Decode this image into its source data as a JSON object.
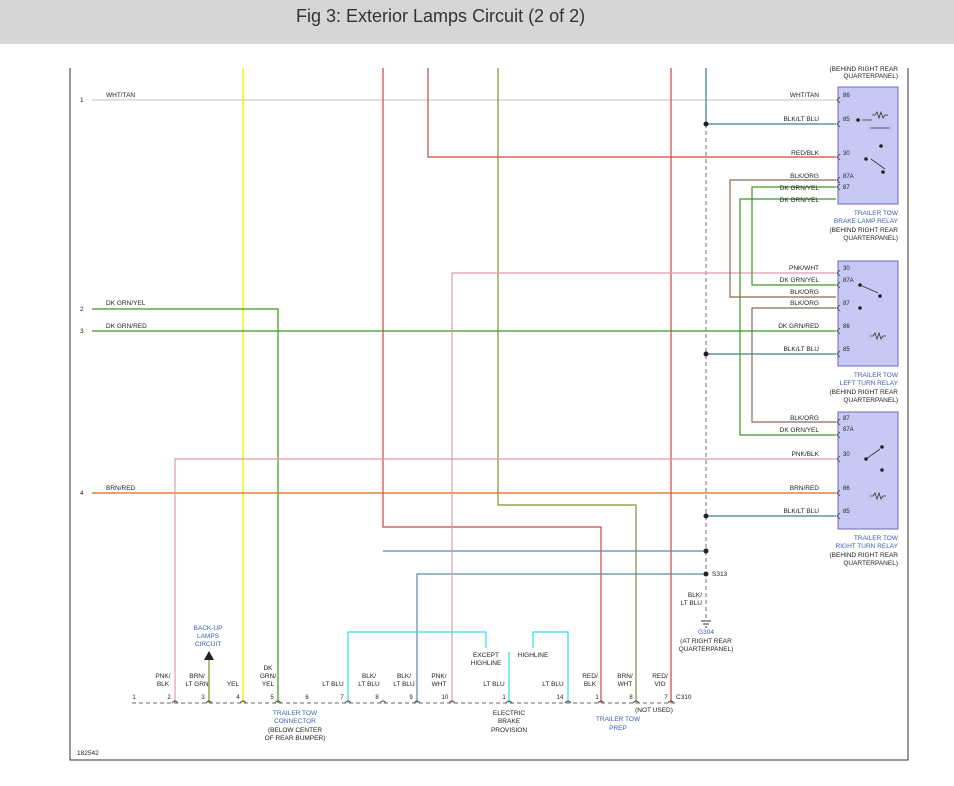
{
  "header": {
    "title": "Fig 3: Exterior Lamps Circuit (2 of 2)"
  },
  "diagram_id": "182542",
  "left_pins": [
    "1",
    "2",
    "3",
    "4"
  ],
  "left_wires": [
    "WHT/TAN",
    "DK GRN/YEL",
    "DK GRN/RED",
    "BRN/RED"
  ],
  "relays": {
    "brake": {
      "top_note": "(BEHIND RIGHT REAR",
      "top_note2": "QUARTERPANEL)",
      "pins": [
        "86",
        "85",
        "30",
        "87A",
        "87"
      ],
      "wires": [
        "WHT/TAN",
        "BLK/LT BLU",
        "RED/BLK",
        "BLK/ORG",
        "DK GRN/YEL",
        "DK GRN/YEL"
      ],
      "label": [
        "TRAILER TOW",
        "BRAKE LAMP RELAY"
      ],
      "loc": [
        "(BEHIND RIGHT REAR",
        "QUARTERPANEL)"
      ]
    },
    "left": {
      "pins": [
        "30",
        "87A",
        "87",
        "86",
        "85"
      ],
      "wires": [
        "PNK/WHT",
        "DK GRN/YEL",
        "BLK/ORG",
        "BLK/ORG",
        "DK GRN/RED",
        "BLK/LT BLU"
      ],
      "label": [
        "TRAILER TOW",
        "LEFT TURN RELAY"
      ],
      "loc": [
        "(BEHIND RIGHT REAR",
        "QUARTERPANEL)"
      ]
    },
    "right": {
      "pins": [
        "87",
        "87A",
        "30",
        "86",
        "85"
      ],
      "wires": [
        "BLK/ORG",
        "DK GRN/YEL",
        "PNK/BLK",
        "BRN/RED",
        "BLK/LT BLU"
      ],
      "label": [
        "TRAILER TOW",
        "RIGHT TURN RELAY"
      ],
      "loc": [
        "(BEHIND RIGHT REAR",
        "QUARTERPANEL)"
      ]
    }
  },
  "splice": "S313",
  "ground": {
    "wire": [
      "BLK/",
      "LT BLU"
    ],
    "id": "G304",
    "loc": [
      "(AT RIGHT REAR",
      "QUARTERPANEL)"
    ]
  },
  "backup": [
    "BACK-UP",
    "LAMPS",
    "CIRCUIT"
  ],
  "connector": {
    "pins": [
      "1",
      "2",
      "3",
      "4",
      "5",
      "6",
      "7",
      "8",
      "9",
      "10",
      "1",
      "14",
      "1",
      "8",
      "7"
    ],
    "wires": {
      "p2": [
        "PNK/",
        "BLK"
      ],
      "p3": [
        "BRN/",
        "LT GRN"
      ],
      "p4": [
        "YEL"
      ],
      "p5": [
        "DK",
        "GRN/",
        "YEL"
      ],
      "p7": [
        "LT BLU"
      ],
      "p8": [
        "BLK/",
        "LT BLU"
      ],
      "p9": [
        "BLK/",
        "LT BLU"
      ],
      "p10": [
        "PNK/",
        "WHT"
      ],
      "eb1": [
        "LT BLU"
      ],
      "eb14": [
        "LT BLU"
      ],
      "tp1": [
        "RED/",
        "BLK"
      ],
      "tp8": [
        "BRN/",
        "WHT"
      ],
      "tp7": [
        "RED/",
        "VIO"
      ]
    },
    "c310": "C310",
    "not_used": "(NOT USED)",
    "except": [
      "EXCEPT",
      "HIGHLINE"
    ],
    "highline": "HIGHLINE",
    "ttc": [
      "TRAILER TOW",
      "CONNECTOR",
      "(BELOW CENTER",
      "OF REAR BUMPER)"
    ],
    "ebp": [
      "ELECTRIC",
      "BRAKE",
      "PROVISION"
    ],
    "ttp": [
      "TRAILER TOW",
      "PREP"
    ]
  },
  "colors": {
    "grey": "#c8c8c8",
    "yellow": "#f0f000",
    "red": "#d0404a",
    "olive": "#8a8a3a",
    "teal": "#3d7f8c",
    "green": "#3a9a20",
    "brown": "#8a6a50",
    "orange": "#d06a20",
    "pink": "#e89aaa",
    "cyan": "#30e0e8",
    "relay_fill": "#c8c8f4"
  }
}
